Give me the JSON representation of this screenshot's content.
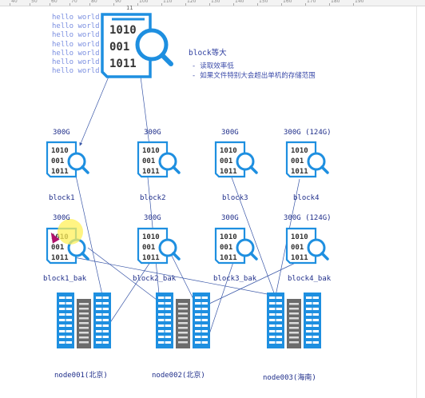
{
  "ruler": [
    "40",
    "50",
    "60",
    "70",
    "80",
    "90",
    "100",
    "110",
    "120",
    "130",
    "140",
    "150",
    "160",
    "170",
    "180",
    "190"
  ],
  "code_lines": [
    "hello world",
    "hello world",
    "hello world",
    "hello world",
    "hello world",
    "hello world",
    "hello world"
  ],
  "big_block": {
    "row1": "1010",
    "row2": "001",
    "row3": "1011"
  },
  "ruler_marker": "11",
  "notes": {
    "title": "block等大",
    "items": [
      "- 读取效率低",
      "- 如果文件特别大会超出单机的存储范围"
    ]
  },
  "blocks": [
    {
      "size": "300G",
      "name": "block1"
    },
    {
      "size": "300G",
      "name": "block2"
    },
    {
      "size": "300G",
      "name": "block3"
    },
    {
      "size": "300G (124G)",
      "name": "block4"
    }
  ],
  "backups": [
    {
      "size": "300G",
      "name": "block1_bak"
    },
    {
      "size": "300G",
      "name": "block2_bak"
    },
    {
      "size": "300G",
      "name": "block3_bak"
    },
    {
      "size": "300G (124G)",
      "name": "block4_bak"
    }
  ],
  "small_block": {
    "row1": "1010",
    "row2": "001",
    "row3": "1011"
  },
  "nodes": [
    {
      "name": "node001(北京)"
    },
    {
      "name": "node002(北京)"
    },
    {
      "name": "node003(海南)"
    }
  ],
  "colors": {
    "accent": "#1e8fe0",
    "server_gray": "#6b6b6b",
    "line": "#3a57a8",
    "text": "#1f2e8a"
  }
}
